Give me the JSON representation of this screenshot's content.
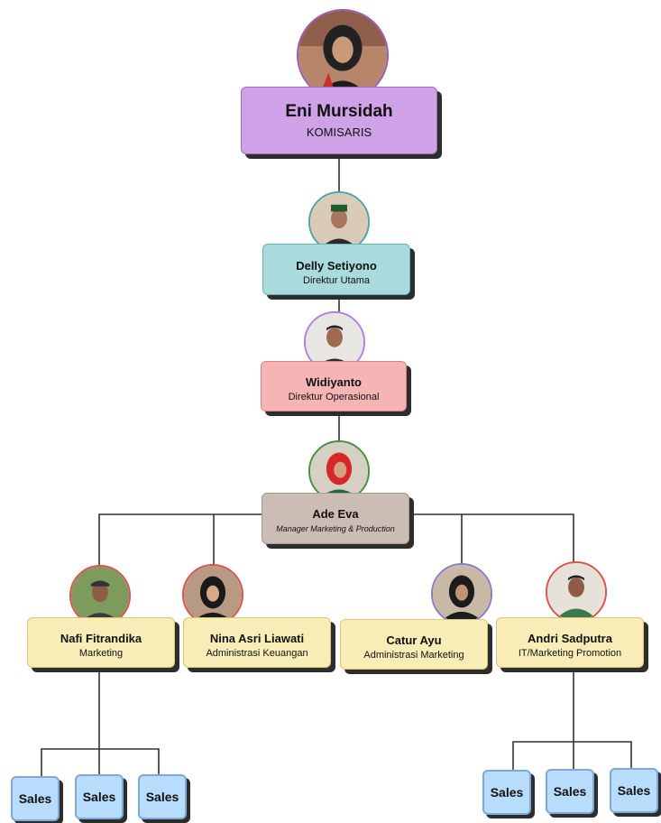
{
  "colors": {
    "purple": "#cfa1e6",
    "teal": "#a9dbdd",
    "pink": "#f6b5b5",
    "taupe": "#cbbdb4",
    "yellow": "#f8edb7",
    "blue": "#b8dcfb",
    "line": "#333333"
  },
  "nodes": {
    "komisaris": {
      "name": "Eni Mursidah",
      "role": "KOMISARIS",
      "avatar_icon": "person-photo-icon"
    },
    "direktur_utama": {
      "name": "Delly Setiyono",
      "role": "Direktur Utama",
      "avatar_icon": "person-photo-icon"
    },
    "direktur_operasional": {
      "name": "Widiyanto",
      "role": "Direktur Operasional",
      "avatar_icon": "person-photo-icon"
    },
    "manager": {
      "name": "Ade Eva",
      "role": "Manager Marketing & Production",
      "avatar_icon": "person-photo-icon"
    },
    "staff": [
      {
        "name": "Nafi Fitrandika",
        "role": "Marketing",
        "avatar_icon": "person-photo-icon"
      },
      {
        "name": "Nina Asri Liawati",
        "role": "Administrasi Keuangan",
        "avatar_icon": "person-photo-icon"
      },
      {
        "name": "Catur Ayu",
        "role": "Administrasi Marketing",
        "avatar_icon": "person-photo-icon"
      },
      {
        "name": "Andri Sadputra",
        "role": "IT/Marketing Promotion",
        "avatar_icon": "person-photo-icon"
      }
    ],
    "sales": [
      "Sales",
      "Sales",
      "Sales",
      "Sales",
      "Sales",
      "Sales"
    ]
  }
}
